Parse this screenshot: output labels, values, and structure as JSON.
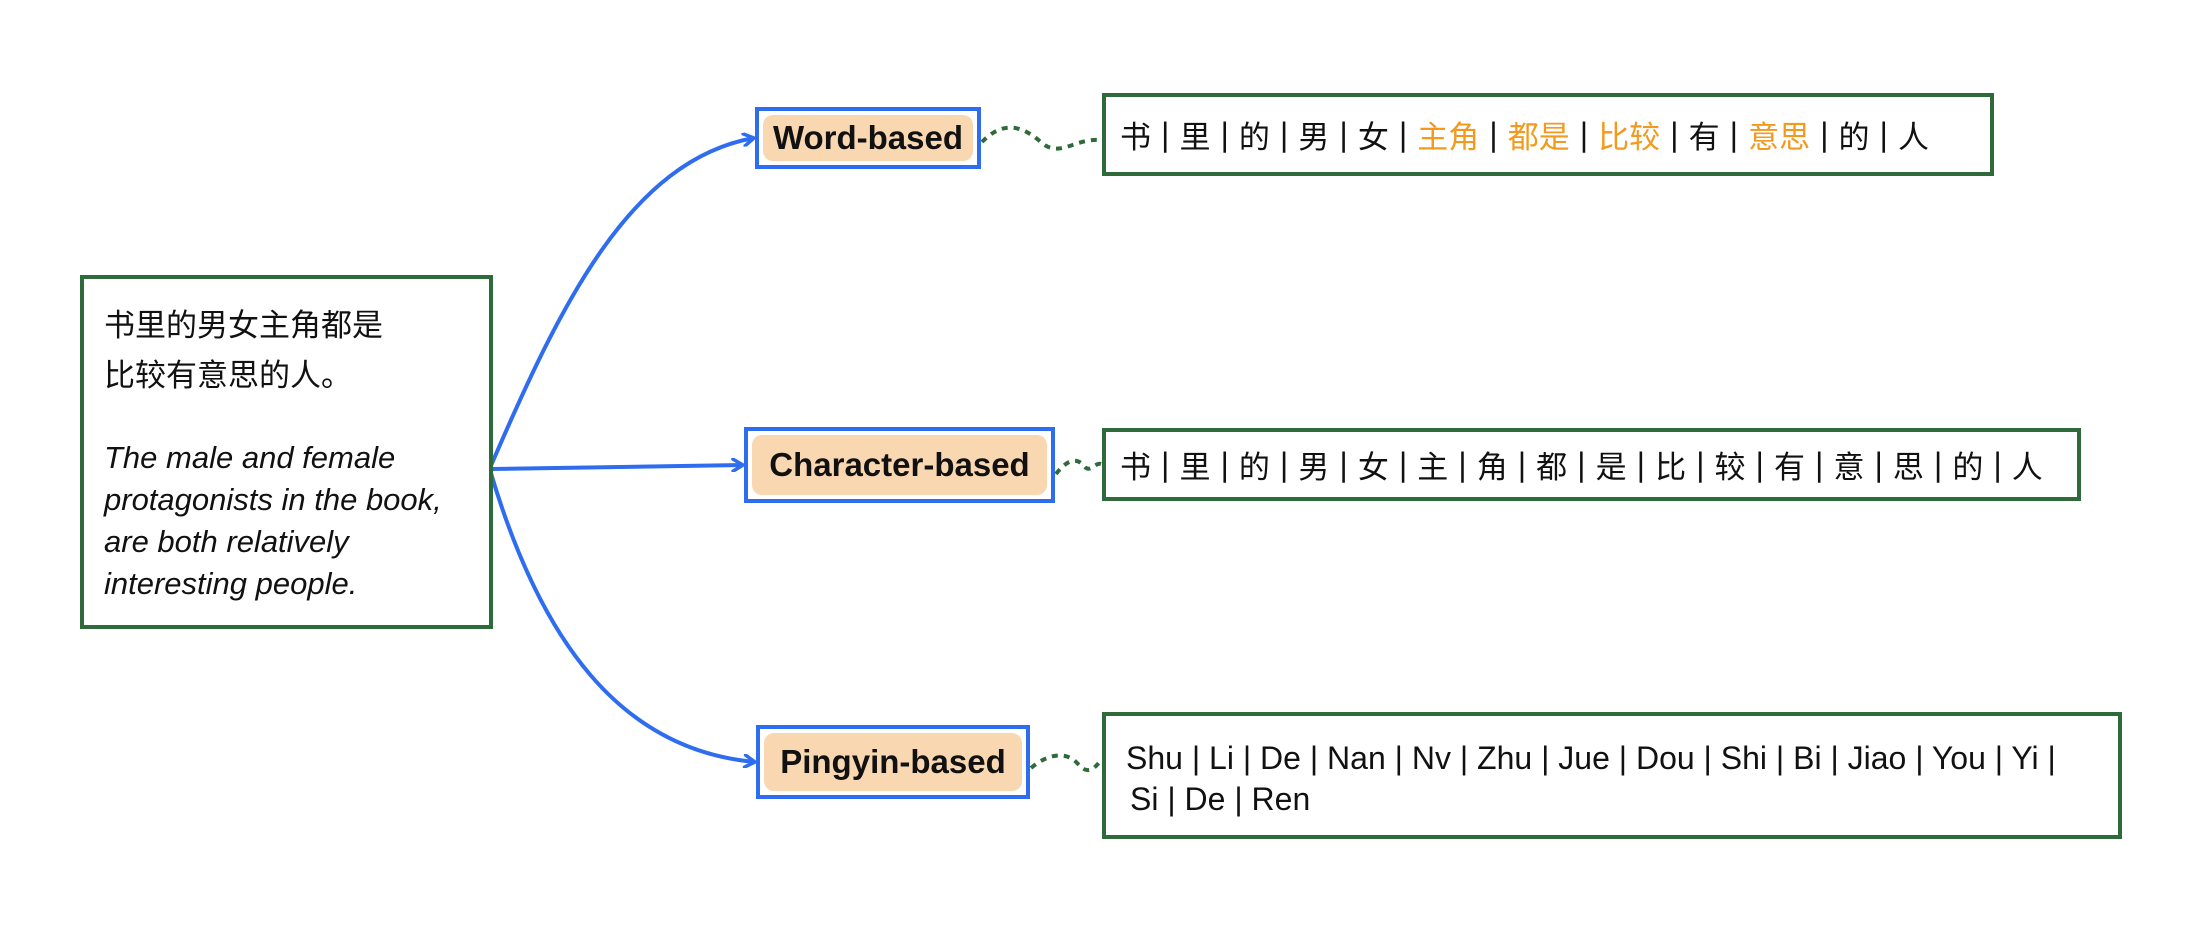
{
  "source": {
    "chinese_lines": [
      "书里的男女主角都是",
      "比较有意思的人。"
    ],
    "english_lines": [
      "The male and female",
      "protagonists in the book,",
      "are both relatively",
      "interesting people."
    ]
  },
  "methods": {
    "word": "Word-based",
    "character": "Character-based",
    "pinyin": "Pingyin-based"
  },
  "results": {
    "word": {
      "separator": "|",
      "tokens": [
        {
          "text": "书",
          "highlight": false
        },
        {
          "text": "里",
          "highlight": false
        },
        {
          "text": "的",
          "highlight": false
        },
        {
          "text": "男",
          "highlight": false
        },
        {
          "text": "女",
          "highlight": false
        },
        {
          "text": "主角",
          "highlight": true
        },
        {
          "text": "都是",
          "highlight": true
        },
        {
          "text": "比较",
          "highlight": true
        },
        {
          "text": "有",
          "highlight": false
        },
        {
          "text": "意思",
          "highlight": true
        },
        {
          "text": "的",
          "highlight": false
        },
        {
          "text": "人",
          "highlight": false
        }
      ]
    },
    "character": {
      "separator": "|",
      "tokens": [
        "书",
        "里",
        "的",
        "男",
        "女",
        "主",
        "角",
        "都",
        "是",
        "比",
        "较",
        "有",
        "意",
        "思",
        "的",
        "人"
      ]
    },
    "pinyin": {
      "lines": [
        "Shu | Li | De | Nan | Nv | Zhu | Jue | Dou | Shi | Bi | Jiao | You | Yi |",
        "Si | De | Ren"
      ]
    }
  },
  "colors": {
    "box_border": "#2f6b3a",
    "arrow": "#2e6cf0",
    "method_fill": "#f8d7b1",
    "highlight_text": "#f39a1e",
    "dotted_link": "#2f6b3a"
  }
}
